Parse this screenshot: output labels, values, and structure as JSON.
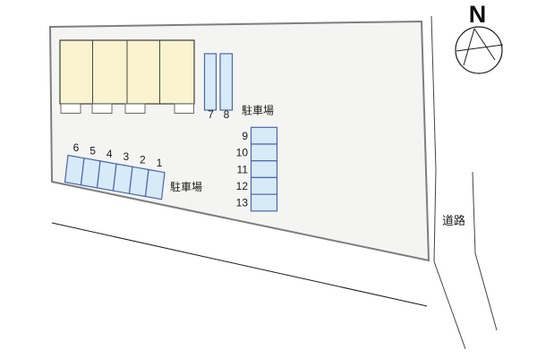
{
  "compass": {
    "north_label": "N"
  },
  "road_label": "道路",
  "parking_top": {
    "label": "駐車場",
    "spaces": [
      "7",
      "8"
    ]
  },
  "parking_column": {
    "spaces": [
      "9",
      "10",
      "11",
      "12",
      "13"
    ]
  },
  "parking_row": {
    "label": "駐車場",
    "spaces": [
      "6",
      "5",
      "4",
      "3",
      "2",
      "1"
    ]
  },
  "colors": {
    "building_fill": "#FAF3CF",
    "parking_fill": "#D7EAF7",
    "parking_border": "#4A66AC",
    "lot_fill": "#F4F4F2",
    "lot_border": "#7E7E7E",
    "ink": "#1A1A1A"
  }
}
